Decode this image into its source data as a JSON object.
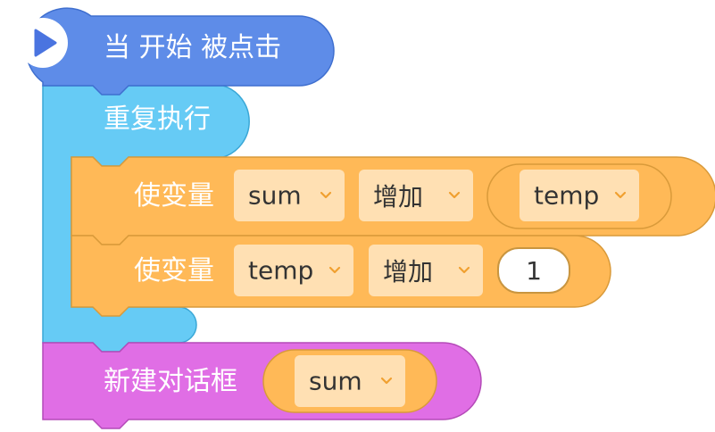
{
  "blocks": {
    "hat": {
      "label": "当 开始 被点击",
      "color": "#5e8ce8",
      "icon": "play-icon"
    },
    "repeat": {
      "label": "重复执行",
      "color": "#66cbf5"
    },
    "change1": {
      "label": "使变量",
      "variable": "sum",
      "operation": "增加",
      "value_variable": "temp",
      "color": "#ffb957"
    },
    "change2": {
      "label": "使变量",
      "variable": "temp",
      "operation": "增加",
      "value": "1",
      "color": "#ffb957"
    },
    "dialog": {
      "label": "新建对话框",
      "variable": "sum",
      "color": "#e06ee5"
    }
  },
  "colors": {
    "chip_fill": "#ffe0b3",
    "chevron": "#f0a030"
  }
}
